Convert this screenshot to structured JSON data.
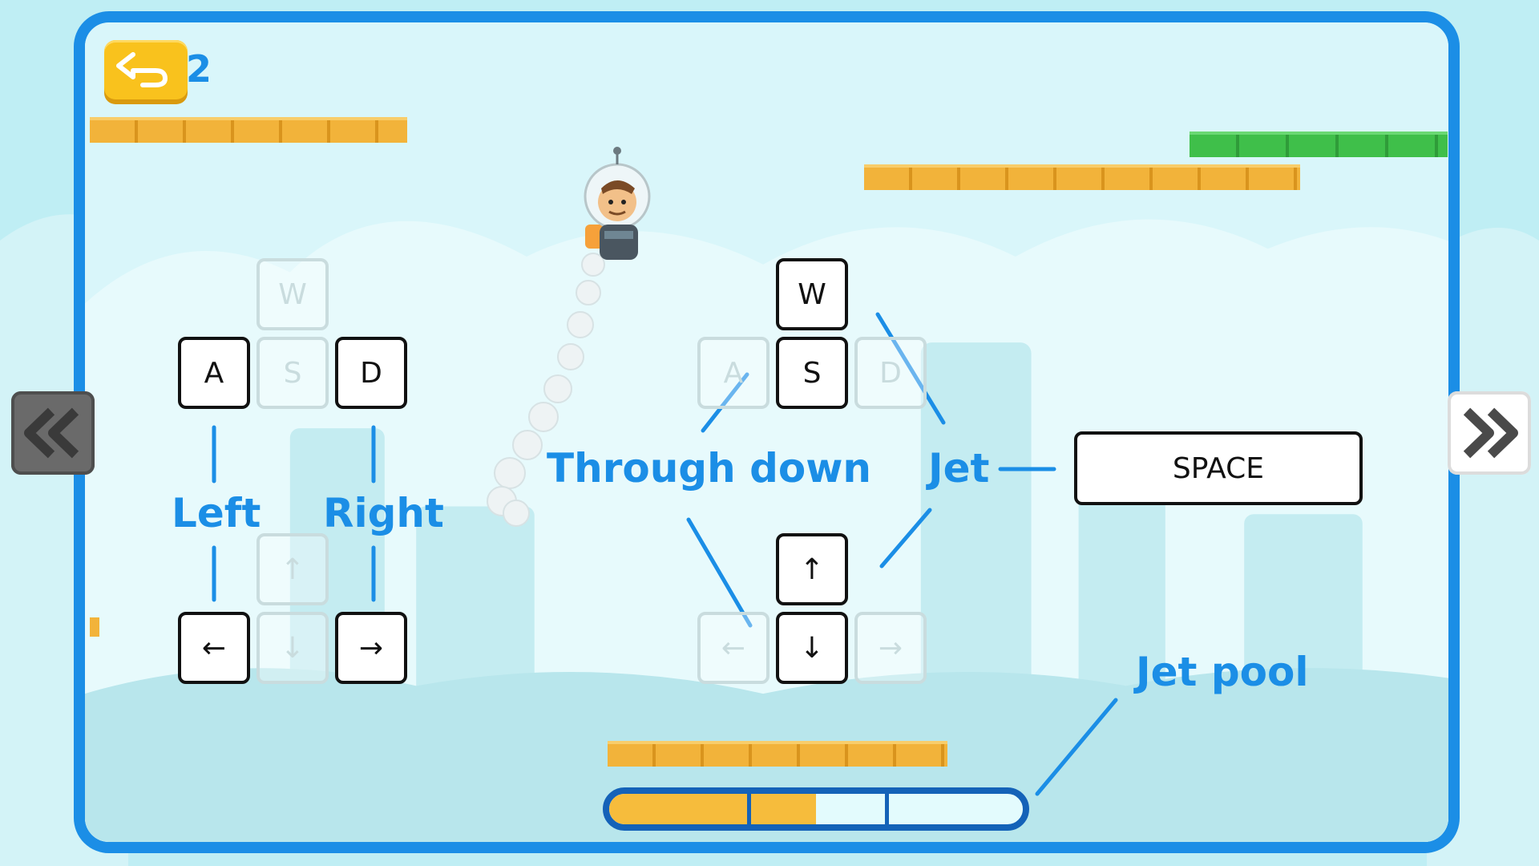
{
  "level": {
    "number": "2"
  },
  "icons": {
    "back": "undo-arrow-icon",
    "prev": "double-chevron-left-icon",
    "next": "double-chevron-right-icon"
  },
  "keys": {
    "wasd_left": {
      "w": "W",
      "a": "A",
      "s": "S",
      "d": "D"
    },
    "arrows_left": {
      "up": "↑",
      "left": "←",
      "down": "↓",
      "right": "→"
    },
    "wasd_right": {
      "w": "W",
      "a": "A",
      "s": "S",
      "d": "D"
    },
    "arrows_right": {
      "up": "↑",
      "left": "←",
      "down": "↓",
      "right": "→"
    },
    "space": "SPACE"
  },
  "labels": {
    "left": "Left",
    "right": "Right",
    "through_down": "Through down",
    "jet": "Jet",
    "jet_pool": "Jet pool"
  },
  "jet_pool": {
    "level_fraction": 0.5,
    "segments": 3
  },
  "colors": {
    "accent": "#1b8ee6",
    "platform_orange": "#f2b33a",
    "platform_green": "#3fbf4a",
    "button_yellow": "#f9c21d"
  }
}
